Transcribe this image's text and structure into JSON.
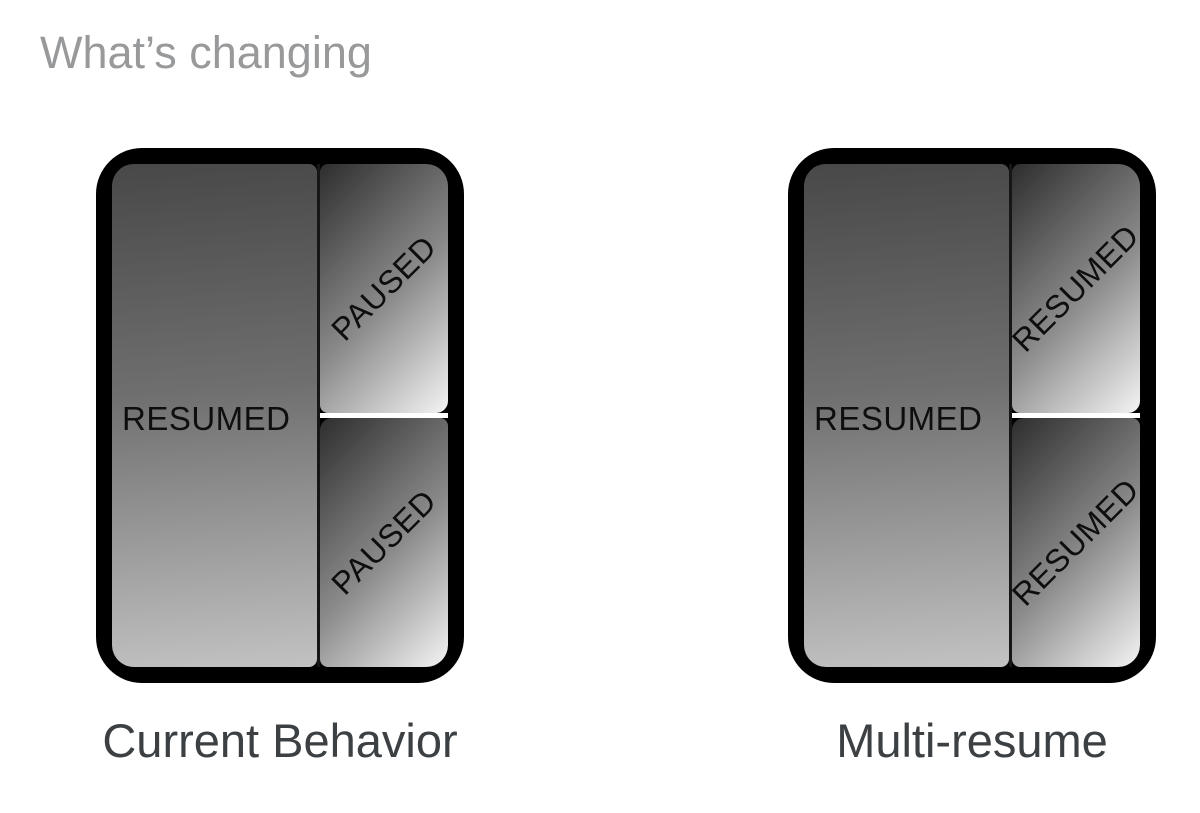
{
  "title": "What’s changing",
  "diagram": {
    "devices": [
      {
        "name": "current-behavior",
        "caption": "Current Behavior",
        "main_panel_state": "RESUMED",
        "top_right_panel_state": "PAUSED",
        "bottom_right_panel_state": "PAUSED"
      },
      {
        "name": "multi-resume",
        "caption": "Multi-resume",
        "main_panel_state": "RESUMED",
        "top_right_panel_state": "RESUMED",
        "bottom_right_panel_state": "RESUMED"
      }
    ]
  },
  "colors": {
    "background": "#ffffff",
    "title_text": "#98999b",
    "caption_text": "#3c4043",
    "device_frame": "#000000",
    "panel_gradient_dark": "#2e2e2e",
    "panel_gradient_light": "#f4f4f4",
    "main_panel_gradient_top": "#484848",
    "main_panel_gradient_bottom": "#c2c2c2",
    "divider": "#161616",
    "panel_gap": "#ffffff",
    "state_label_text": "#0e0e0e"
  }
}
